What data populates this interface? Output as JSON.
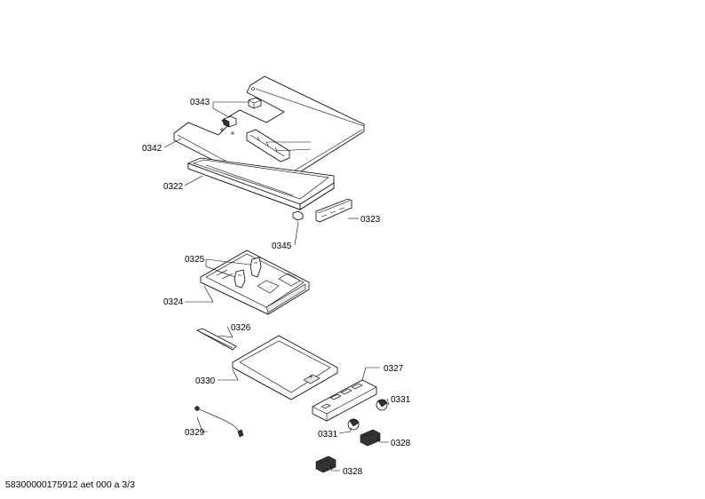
{
  "labels": {
    "p0343": "0343",
    "p0342": "0342",
    "p0322": "0322",
    "p0323": "0323",
    "p0345": "0345",
    "p0325": "0325",
    "p0324": "0324",
    "p0326": "0326",
    "p0330": "0330",
    "p0327": "0327",
    "p0331a": "0331",
    "p0329": "0329",
    "p0331b": "0331",
    "p0328a": "0328",
    "p0328b": "0328"
  },
  "footer": "58300000175912 aet 000 a 3/3"
}
